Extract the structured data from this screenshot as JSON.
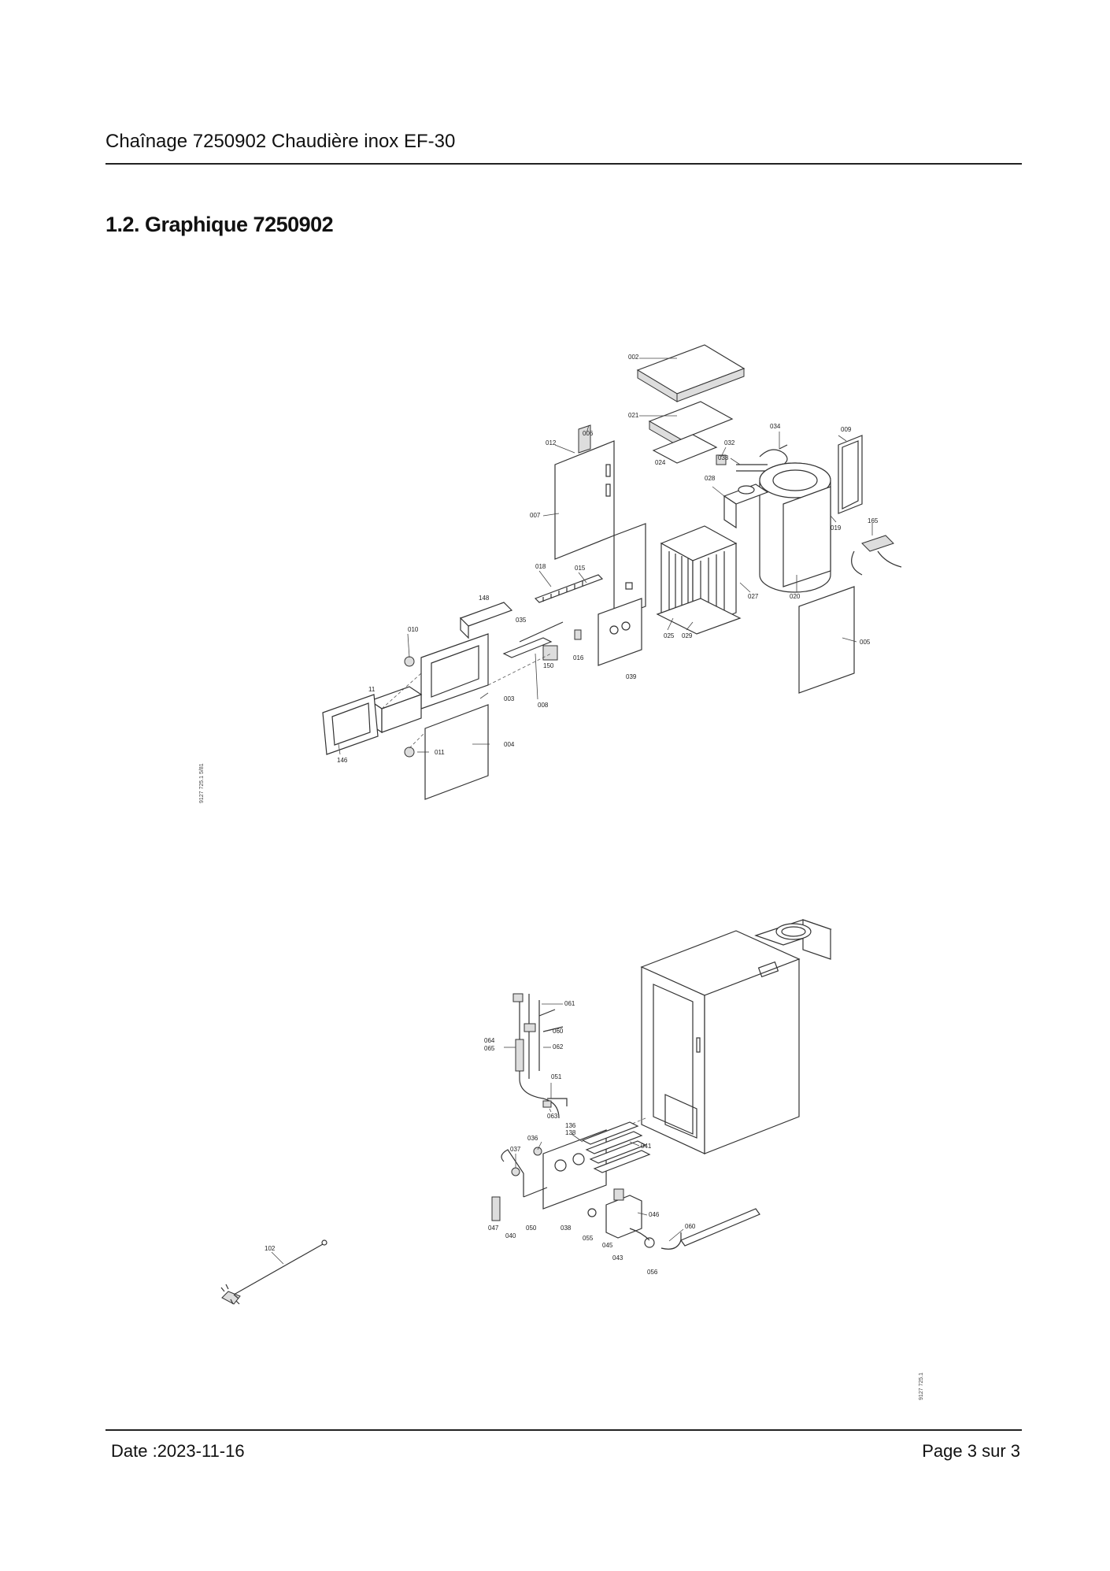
{
  "header": {
    "title": "Chaînage 7250902 Chaudière inox EF-30"
  },
  "section": {
    "title": "1.2. Graphique 7250902"
  },
  "diagram_top": {
    "labels": [
      "002",
      "021",
      "024",
      "006",
      "012",
      "007",
      "034",
      "032",
      "033",
      "028",
      "009",
      "019",
      "165",
      "020",
      "027",
      "025",
      "029",
      "018",
      "015",
      "148",
      "035",
      "016",
      "150",
      "039",
      "005",
      "010",
      "003",
      "008",
      "11",
      "004",
      "011",
      "146"
    ],
    "margin_code": "9127 725.1   5/81"
  },
  "diagram_bottom": {
    "labels": [
      "061",
      "060",
      "062",
      "064",
      "065",
      "051",
      "063",
      "136",
      "138",
      "036",
      "041",
      "037",
      "047",
      "040",
      "050",
      "038",
      "055",
      "046",
      "060",
      "043",
      "045",
      "056",
      "102"
    ],
    "margin_code": "9127 725.1"
  },
  "footer": {
    "date": "Date :2023-11-16",
    "page": "Page 3 sur   3"
  }
}
